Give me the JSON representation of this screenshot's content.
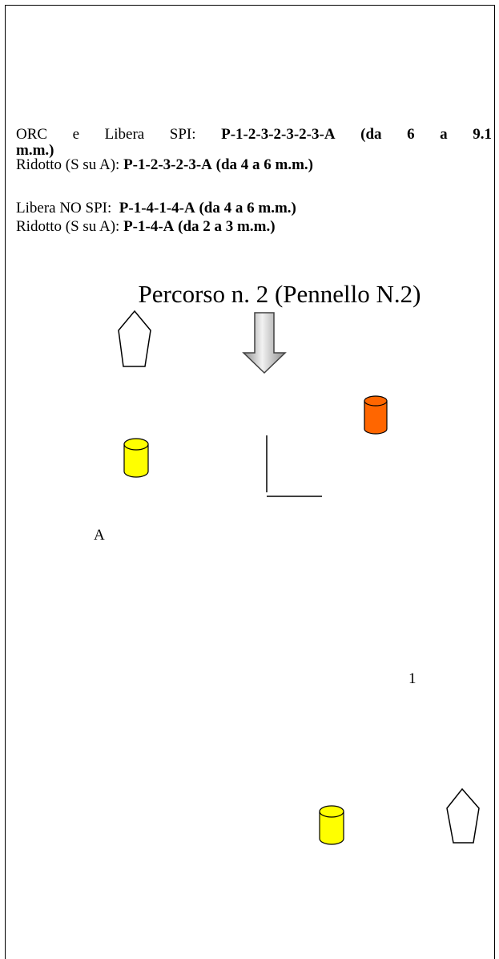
{
  "routes": [
    {
      "label": "ORC e Libera SPI: ",
      "sequence": "P-1-2-3-2-3-2-3-A",
      "range": "(da 6 a 9.1"
    },
    {
      "label": "Ridotto (S su A): ",
      "sequence": "P-1-2-3-2-3-A",
      "range": "(da 4 a 6 m.m.)"
    },
    {
      "label": "Libera NO SPI:  ",
      "sequence": "P-1-4-1-4-A",
      "range": "(da 4 a 6 m.m.)"
    },
    {
      "label": "Ridotto (S su A): ",
      "sequence": "P-1-4-A",
      "range": "(da 2 a 3 m.m.)"
    }
  ],
  "route_0_wrap": "m.m.)",
  "title": "Percorso n. 2 (Pennello N.2)",
  "labels": {
    "mark_a": "A",
    "mark_1": "1"
  },
  "colors": {
    "yellow_buoy": "#ffff00",
    "orange_buoy": "#ff6600",
    "arrow_light": "#f2f2f2",
    "arrow_dark": "#8c8c8c",
    "outline": "#000000"
  },
  "icons": [
    "pentagon-boat-icon",
    "wind-arrow-icon",
    "yellow-buoy-icon",
    "orange-buoy-icon",
    "start-line-icon"
  ]
}
